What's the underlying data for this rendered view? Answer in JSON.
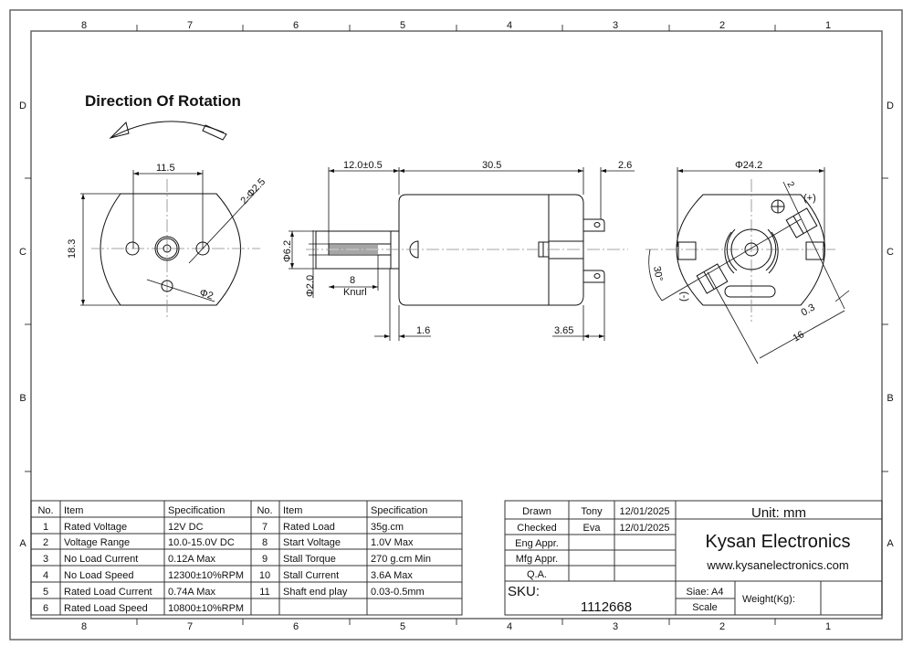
{
  "sheet": {
    "column_labels_top": [
      "8",
      "7",
      "6",
      "5",
      "4",
      "3",
      "2",
      "1"
    ],
    "row_labels_side": [
      "D",
      "C",
      "B",
      "A"
    ]
  },
  "title": {
    "heading": "Direction Of Rotation"
  },
  "dimensions": {
    "front_view": {
      "hole_spacing": "11.5",
      "height": "18.3",
      "mount_holes": "2-Φ2.5",
      "small_hole": "Φ2"
    },
    "side_view": {
      "shaft_length": "12.0±0.5",
      "body_length": "30.5",
      "terminal_offset": "2.6",
      "bearing_dia": "Φ6.2",
      "shaft_dia": "Φ2.0",
      "knurl_length": "8",
      "knurl_label": "Knurl",
      "boss_length": "1.6",
      "terminal_length": "3.65"
    },
    "rear_view": {
      "diameter": "Φ24.2",
      "terminal_width": "2",
      "positive": "(+)",
      "negative": "(-)",
      "angle": "30°",
      "terminal_thickness": "0.3",
      "terminal_span": "16"
    }
  },
  "specs": {
    "headers": [
      "No.",
      "Item",
      "Specification"
    ],
    "left": [
      {
        "no": "1",
        "item": "Rated Voltage",
        "spec": "12V DC"
      },
      {
        "no": "2",
        "item": "Voltage Range",
        "spec": "10.0-15.0V DC"
      },
      {
        "no": "3",
        "item": "No Load Current",
        "spec": "0.12A Max"
      },
      {
        "no": "4",
        "item": "No Load Speed",
        "spec": "12300±10%RPM"
      },
      {
        "no": "5",
        "item": "Rated Load Current",
        "spec": "0.74A Max"
      },
      {
        "no": "6",
        "item": "Rated Load Speed",
        "spec": "10800±10%RPM"
      }
    ],
    "right": [
      {
        "no": "7",
        "item": "Rated Load",
        "spec": "35g.cm"
      },
      {
        "no": "8",
        "item": "Start Voltage",
        "spec": "1.0V Max"
      },
      {
        "no": "9",
        "item": "Stall Torque",
        "spec": "270 g.cm Min"
      },
      {
        "no": "10",
        "item": "Stall Current",
        "spec": "3.6A Max"
      },
      {
        "no": "11",
        "item": "Shaft end play",
        "spec": "0.03-0.5mm"
      },
      {
        "no": "",
        "item": "",
        "spec": ""
      }
    ]
  },
  "title_block": {
    "approvals": [
      {
        "role": "Drawn",
        "name": "Tony",
        "date": "12/01/2025"
      },
      {
        "role": "Checked",
        "name": "Eva",
        "date": "12/01/2025"
      },
      {
        "role": "Eng Appr.",
        "name": "",
        "date": ""
      },
      {
        "role": "Mfg Appr.",
        "name": "",
        "date": ""
      },
      {
        "role": "Q.A.",
        "name": "",
        "date": ""
      }
    ],
    "unit": "Unit: mm",
    "company": "Kysan Electronics",
    "website": "www.kysanelectronics.com",
    "sku_label": "SKU:",
    "sku_value": "1112668",
    "size": "Siae: A4",
    "scale": "Scale",
    "weight_label": "Weight(Kg):",
    "weight_value": ""
  }
}
